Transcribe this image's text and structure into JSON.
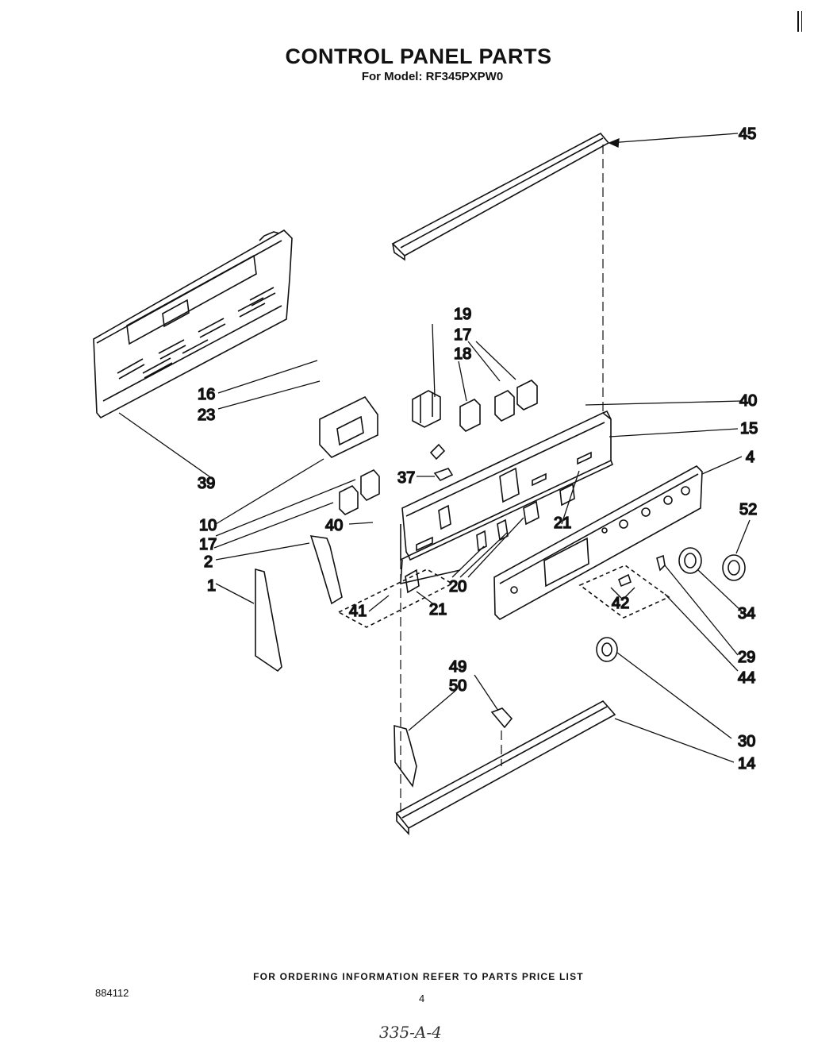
{
  "header": {
    "title": "CONTROL PANEL PARTS",
    "subtitle": "For Model: RF345PXPW0"
  },
  "callouts": [
    {
      "id": "c45",
      "text": "45"
    },
    {
      "id": "c19",
      "text": "19"
    },
    {
      "id": "c17a",
      "text": "17"
    },
    {
      "id": "c18",
      "text": "18"
    },
    {
      "id": "c16",
      "text": "16"
    },
    {
      "id": "c23",
      "text": "23"
    },
    {
      "id": "c40a",
      "text": "40"
    },
    {
      "id": "c15",
      "text": "15"
    },
    {
      "id": "c4",
      "text": "4"
    },
    {
      "id": "c39",
      "text": "39"
    },
    {
      "id": "c37",
      "text": "37"
    },
    {
      "id": "c52",
      "text": "52"
    },
    {
      "id": "c10",
      "text": "10"
    },
    {
      "id": "c40b",
      "text": "40"
    },
    {
      "id": "c21a",
      "text": "21"
    },
    {
      "id": "c17b",
      "text": "17"
    },
    {
      "id": "c2",
      "text": "2"
    },
    {
      "id": "c20",
      "text": "20"
    },
    {
      "id": "c1",
      "text": "1"
    },
    {
      "id": "c41",
      "text": "41"
    },
    {
      "id": "c21b",
      "text": "21"
    },
    {
      "id": "c42",
      "text": "42"
    },
    {
      "id": "c34",
      "text": "34"
    },
    {
      "id": "c29",
      "text": "29"
    },
    {
      "id": "c44",
      "text": "44"
    },
    {
      "id": "c49",
      "text": "49"
    },
    {
      "id": "c50",
      "text": "50"
    },
    {
      "id": "c30",
      "text": "30"
    },
    {
      "id": "c14",
      "text": "14"
    }
  ],
  "footer": {
    "ordering_note": "FOR ORDERING INFORMATION REFER TO PARTS PRICE LIST",
    "code": "884112",
    "page_number": "4",
    "handwritten": "335-A-4"
  }
}
